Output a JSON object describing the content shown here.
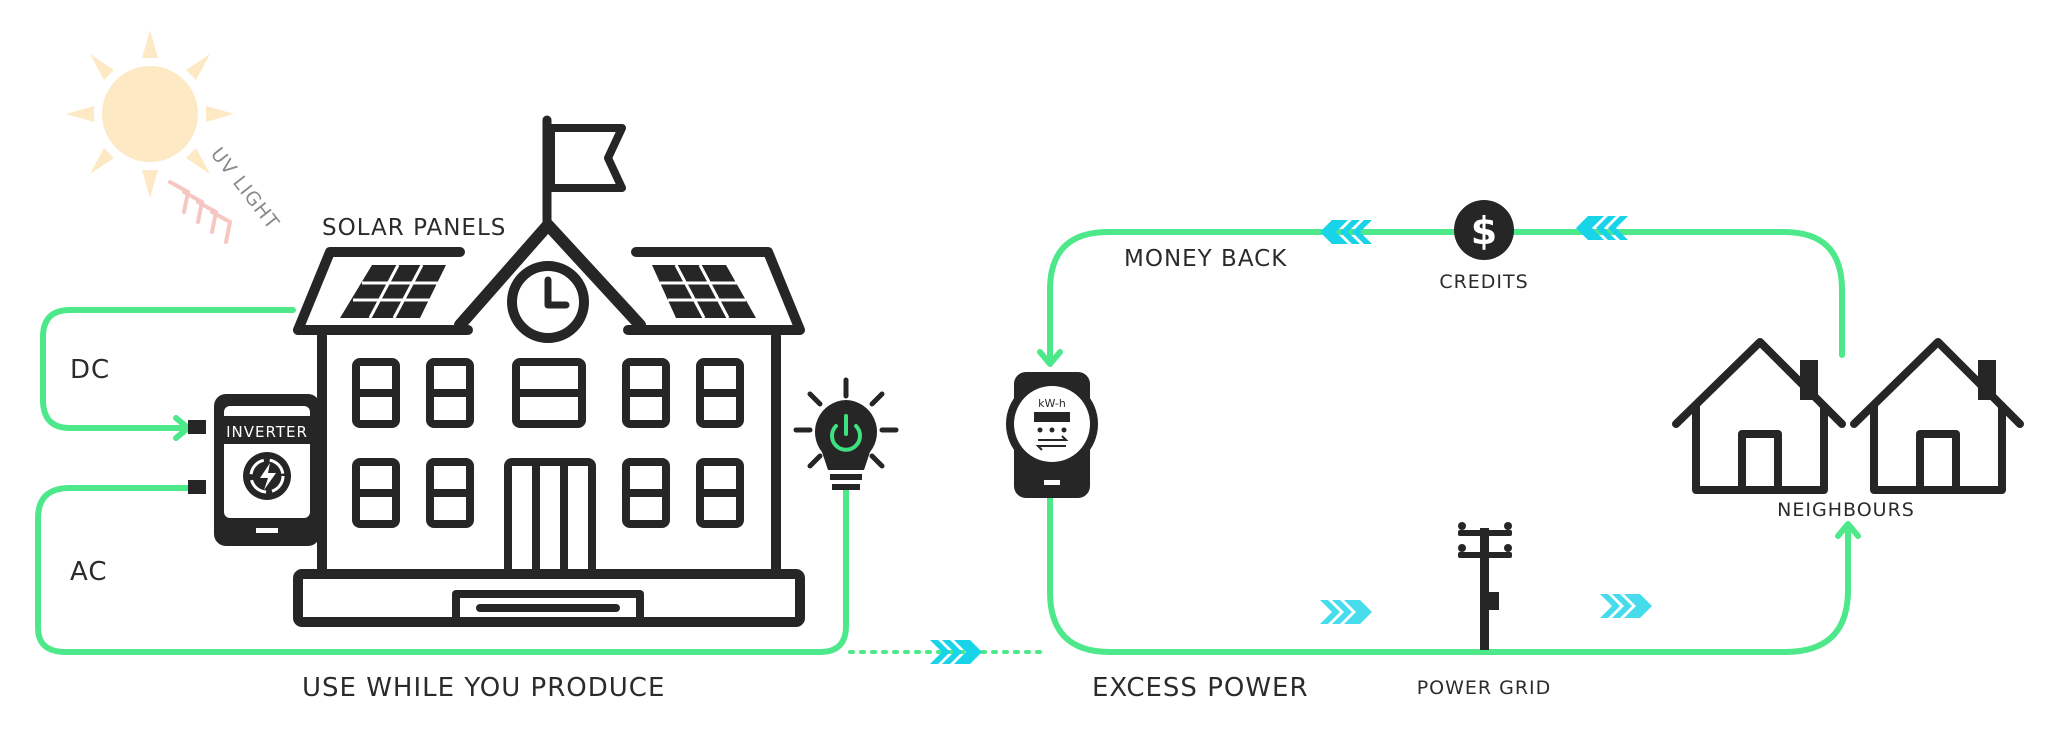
{
  "labels": {
    "uv_light": "UV LIGHT",
    "solar_panels": "SOLAR PANELS",
    "dc": "DC",
    "ac": "AC",
    "inverter": "INVERTER",
    "use_while_you_produce": "USE WHILE YOU PRODUCE",
    "excess_power": "EXCESS POWER",
    "money_back": "MONEY BACK",
    "credits": "CREDITS",
    "meter_unit": "kW-h",
    "power_grid": "POWER GRID",
    "neighbours": "NEIGHBOURS",
    "credits_symbol": "$"
  },
  "colors": {
    "flow_line": "#4de88a",
    "arrow_cyan": "#18d4e8",
    "sun": "#fde9c3",
    "uv_arrows": "#f6c7c2",
    "ink": "#262626",
    "power_green": "#3fe07f"
  },
  "icons": [
    "sun-icon",
    "school-building-icon",
    "solar-panel-icon",
    "clock-icon",
    "inverter-icon",
    "light-bulb-icon",
    "power-icon",
    "electric-meter-icon",
    "dollar-coin-icon",
    "utility-pole-icon",
    "house-icon"
  ]
}
